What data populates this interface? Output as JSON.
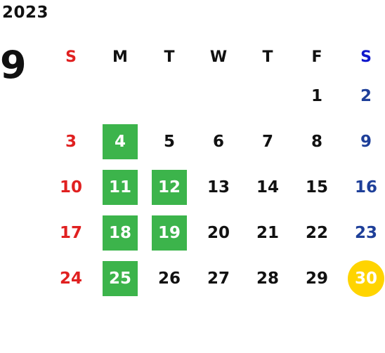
{
  "calendar": {
    "year": "2023",
    "month": "9",
    "weekdays": [
      "S",
      "M",
      "T",
      "W",
      "T",
      "F",
      "S"
    ],
    "weeks": [
      [
        "",
        "",
        "",
        "",
        "",
        "1",
        "2"
      ],
      [
        "3",
        "4",
        "5",
        "6",
        "7",
        "8",
        "9"
      ],
      [
        "10",
        "11",
        "12",
        "13",
        "14",
        "15",
        "16"
      ],
      [
        "17",
        "18",
        "19",
        "20",
        "21",
        "22",
        "23"
      ],
      [
        "24",
        "25",
        "26",
        "27",
        "28",
        "29",
        "30"
      ]
    ],
    "highlighted_days": [
      "4",
      "11",
      "12",
      "18",
      "19",
      "25"
    ],
    "today": "30"
  },
  "colors": {
    "sunday": "#e02020",
    "saturday_header": "#1018cc",
    "saturday": "#1e3f99",
    "highlight": "#3cb44b",
    "today": "#ffd400",
    "text": "#111111"
  }
}
